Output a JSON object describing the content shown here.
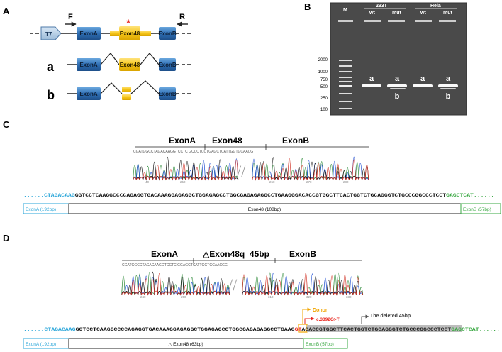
{
  "panels": {
    "A": "A",
    "B": "B",
    "C": "C",
    "D": "D"
  },
  "panelA": {
    "primer_f": "F",
    "primer_r": "R",
    "t7": "T7",
    "exonA": "ExonA",
    "exon48": "Exon48",
    "exonB": "ExonB",
    "mark": "*",
    "row_a": "a",
    "row_b": "b"
  },
  "panelB": {
    "header_293t": "293T",
    "header_hela": "Hela",
    "lane_m": "M",
    "lanes": [
      "wt",
      "mut",
      "wt",
      "mut"
    ],
    "ladder": [
      "2000",
      "1000",
      "750",
      "500",
      "250",
      "100"
    ],
    "bands_a": [
      "a",
      "a",
      "a",
      "a"
    ],
    "bands_b": [
      "b",
      "b"
    ]
  },
  "panelC": {
    "label_exonA": "ExonA",
    "label_exon48": "Exon48",
    "label_exonB": "ExonB",
    "chrom_top": "CGATGGCCTAGACAAGGTCCTC  GCCCTCCTGAGCTCATTGGTGCAACG",
    "ticks": [
      "40",
      "250",
      "260",
      "270",
      "280"
    ],
    "seq_left": "......CTAGACAAG",
    "seq_mid": "GGTCCTCAAGGCCCCAGAGGTGACAAAGGAGAGGCTGGAGAGCCTGGCGAGAGAGGCCTGAAGGGACACCGTGGCTTCACTGGTCTGCAGGGTCTGCCCGGCCCTCCT",
    "seq_right": "GAGCTCAT......",
    "box_exonA": "ExonA (192bp)",
    "box_exon48": "Exon48 (108bp)",
    "box_exonB": "ExonB (57bp)"
  },
  "panelD": {
    "label_exonA": "ExonA",
    "label_exon48": "△Exon48q_45bp",
    "label_exonB": "ExonB",
    "chrom_top": "CGATGGCCTAGACAAGGTCCTC  GGAGCTCATTGGTGCAACGG",
    "ticks": [
      "240",
      "250",
      "310",
      "320",
      "330"
    ],
    "donor": "Donor",
    "mutation": "c.3392G>T",
    "deleted": "The deleted 45bp",
    "seq_left": "......CTAGACAAG",
    "seq_mid": "GGTCCTCAAGGCCCCAGAGGTGACAAAGGAGAGGCTGGAGAGCCTGGCGAGAGAGGCCTGAAG",
    "seq_gt": "GT",
    "seq_del": "ACACCGTGGCTTCACTGGTCTGCAGGGTCTGCCCGGCCCTCCT",
    "seq_right": "GAGCTCAT......",
    "box_exonA": "ExonA (192bp)",
    "box_exon48": "△ Exon48 (63bp)",
    "box_exonB": "ExonB (57bp)"
  },
  "colors": {
    "exon_blue": "#2f6fb5",
    "exon_yellow": "#f5c518",
    "seq_cyan": "#2aa6d9",
    "seq_green": "#3aa843",
    "donor": "#f0a500",
    "mutation": "#e8261e",
    "deleted_bg": "#bdbdbd",
    "gel": "#4a4a4a"
  }
}
